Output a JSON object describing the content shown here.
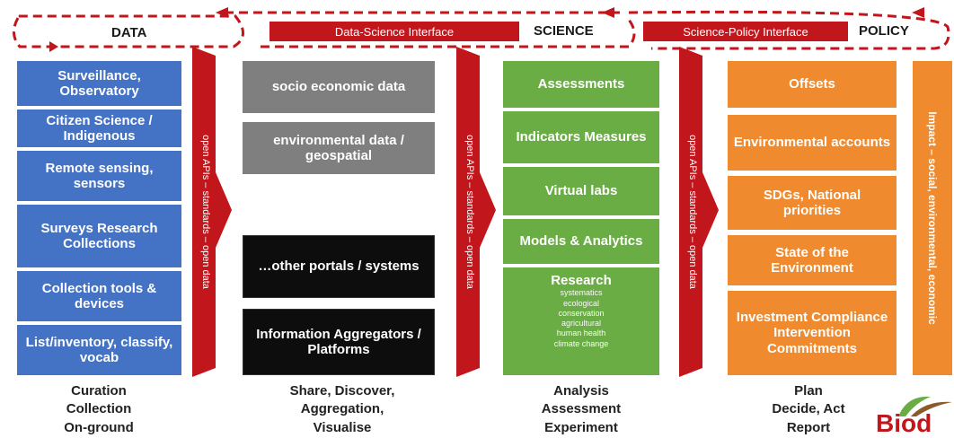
{
  "header": {
    "data": "DATA",
    "science": "SCIENCE",
    "policy": "POLICY",
    "data_science_interface": "Data-Science Interface",
    "science_policy_interface": "Science-Policy Interface"
  },
  "arrow_label": "open APIs – standards – open data",
  "impact_label": "Impact – social, environmental, economic",
  "data_column": [
    "Surveillance, Observatory",
    "Citizen Science / Indigenous",
    "Remote sensing, sensors",
    "Surveys Research Collections",
    "Collection tools & devices",
    "List/inventory, classify, vocab"
  ],
  "share_column": {
    "gray": [
      "socio economic data",
      "environmental data / geospatial"
    ],
    "black": [
      "…other portals / systems",
      "Information Aggregators / Platforms"
    ]
  },
  "science_column": {
    "boxes": [
      "Assessments",
      "Indicators Measures",
      "Virtual labs",
      "Models & Analytics"
    ],
    "research_title": "Research",
    "research_items": [
      "systematics",
      "ecological",
      "conservation",
      "agricultural",
      "human health",
      "climate change"
    ]
  },
  "policy_column": [
    "Offsets",
    "Environmental accounts",
    "SDGs, National priorities",
    "State of the Environment",
    "Investment Compliance Intervention Commitments"
  ],
  "footer": {
    "curation": [
      "Curation",
      "Collection",
      "On-ground"
    ],
    "share": [
      "Share, Discover,",
      "Aggregation,",
      "Visualise"
    ],
    "analysis": [
      "Analysis",
      "Assessment",
      "Experiment"
    ],
    "plan": [
      "Plan",
      "Decide, Act",
      "Report"
    ]
  },
  "logo_text": "Biod",
  "colors": {
    "red": "#c0161c",
    "blue": "#4472c4",
    "gray": "#7f7f7f",
    "black": "#0d0d0d",
    "green": "#6aad45",
    "orange": "#ef8a2f"
  }
}
